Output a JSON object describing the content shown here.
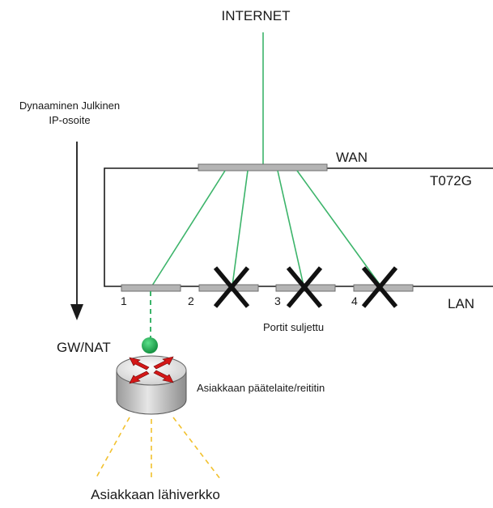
{
  "diagram": {
    "internet_label": "INTERNET",
    "wan_label": "WAN",
    "device_label": "T072G",
    "lan_label": "LAN",
    "ip_note_line1": "Dynaaminen Julkinen",
    "ip_note_line2": "IP-osoite",
    "gw_label": "GW/NAT",
    "router_label": "Asiakkaan päätelaite/reititin",
    "ports_closed_label": "Portit suljettu",
    "lan_network_label": "Asiakkaan lähiverkko",
    "ports": [
      {
        "number": "1",
        "closed": false
      },
      {
        "number": "2",
        "closed": true
      },
      {
        "number": "3",
        "closed": true
      },
      {
        "number": "4",
        "closed": true
      }
    ]
  },
  "colors": {
    "link_green": "#3cb46a",
    "port_gray": "#b4b4b4",
    "router_arrow_red": "#d41818",
    "lan_dashed_yellow": "#f2c12e",
    "gw_dot_green": "#18a34a"
  }
}
